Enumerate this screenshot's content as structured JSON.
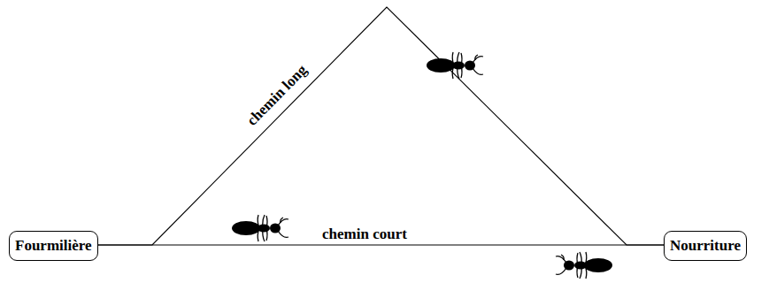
{
  "diagram": {
    "nodes": [
      {
        "text": [
          "Fourmilière"
        ]
      },
      {
        "text": [
          "Nourriture"
        ]
      }
    ],
    "edges": [
      {
        "from": 0,
        "to": 1,
        "arrow": "none",
        "label": "chemin long"
      },
      {
        "from": 0,
        "to": 1,
        "arrow": "none",
        "label": "chemin court"
      }
    ]
  }
}
